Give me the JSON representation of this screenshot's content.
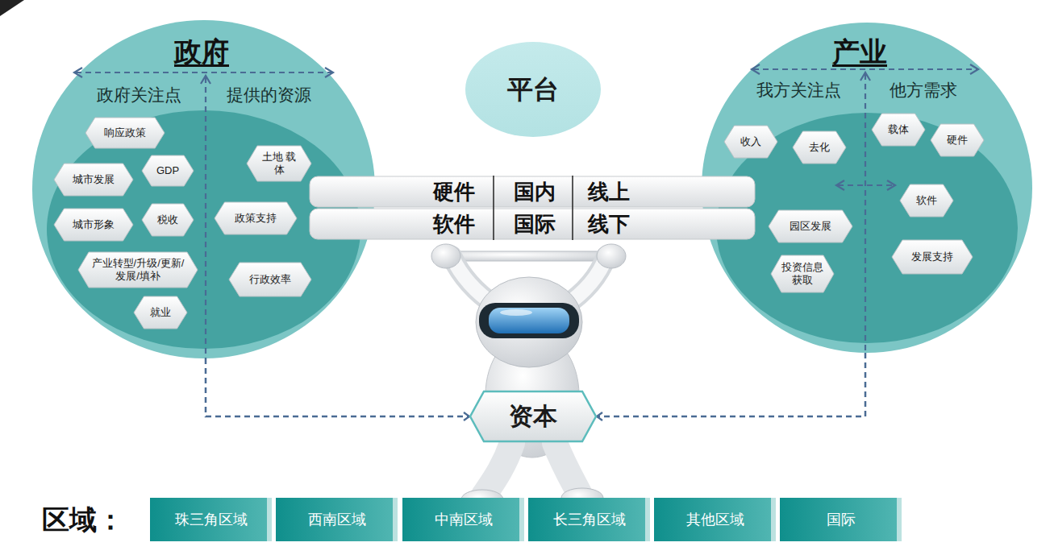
{
  "diagram": {
    "nodes": [
      {
        "text": [
          "政府",
          "政府关注点",
          "提供的资源"
        ]
      },
      {
        "text": [
          "响应政策"
        ],
        "in": 0
      },
      {
        "text": [
          "GDP"
        ],
        "in": 0
      },
      {
        "text": [
          "城市发展"
        ],
        "in": 0
      },
      {
        "text": [
          "城市形象"
        ],
        "in": 0
      },
      {
        "text": [
          "税收"
        ],
        "in": 0
      },
      {
        "text": [
          "产业转型/升级/更新/发展/填补"
        ],
        "in": 0
      },
      {
        "text": [
          "就业"
        ],
        "in": 0
      },
      {
        "text": [
          "土地 载体"
        ],
        "in": 0
      },
      {
        "text": [
          "政策支持"
        ],
        "in": 0
      },
      {
        "text": [
          "行政效率"
        ],
        "in": 0
      },
      {
        "text": [
          "平台"
        ]
      },
      {
        "text": [
          "产业",
          "我方关注点",
          "他方需求"
        ]
      },
      {
        "text": [
          "收入"
        ],
        "in": 12
      },
      {
        "text": [
          "去化"
        ],
        "in": 12
      },
      {
        "text": [
          "载体"
        ],
        "in": 12
      },
      {
        "text": [
          "硬件"
        ],
        "in": 12
      },
      {
        "text": [
          "软件"
        ],
        "in": 12
      },
      {
        "text": [
          "园区发展"
        ],
        "in": 12
      },
      {
        "text": [
          "投资信息获取"
        ],
        "in": 12
      },
      {
        "text": [
          "发展支持"
        ],
        "in": 12
      },
      {
        "text": [
          "硬件",
          "国内",
          "线上"
        ]
      },
      {
        "text": [
          "软件",
          "国际",
          "线下"
        ]
      },
      {
        "text": [
          "资本"
        ]
      },
      {
        "text": [
          "珠三角区域"
        ]
      },
      {
        "text": [
          "西南区域"
        ]
      },
      {
        "text": [
          "中南区域"
        ]
      },
      {
        "text": [
          "长三角区域"
        ]
      },
      {
        "text": [
          "其他区域"
        ]
      },
      {
        "text": [
          "国际"
        ]
      }
    ],
    "edges": [
      {
        "from": 0,
        "to": 23,
        "arrow": "to"
      },
      {
        "from": 12,
        "to": 23,
        "arrow": "to"
      }
    ],
    "labels": [
      "区域："
    ]
  }
}
